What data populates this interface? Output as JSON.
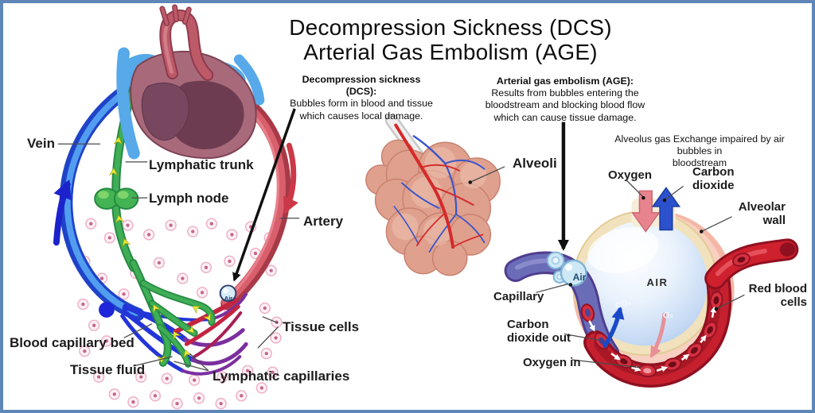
{
  "title": {
    "line1": "Decompression Sickness (DCS)",
    "line2": "Arterial Gas Embolism (AGE)"
  },
  "dcs_note": {
    "heading": "Decompression sickness (DCS):",
    "body": "Bubbles form in blood and tissue\nwhich causes local damage."
  },
  "age_note": {
    "heading": "Arterial gas embolism (AGE):",
    "body": "Results from bubbles entering the\nbloodstream and blocking blood flow\nwhich can cause tissue damage."
  },
  "left_diagram": {
    "labels": {
      "vein": "Vein",
      "lymphatic_trunk": "Lymphatic trunk",
      "lymph_node": "Lymph node",
      "artery": "Artery",
      "blood_capillary_bed": "Blood capillary bed",
      "tissue_fluid": "Tissue fluid",
      "lymphatic_capillaries": "Lymphatic capillaries",
      "tissue_cells": "Tissue cells",
      "air_bubble": "Air"
    }
  },
  "middle_diagram": {
    "labels": {
      "alveoli": "Alveoli"
    }
  },
  "right_diagram": {
    "subtitle": "Alveolus gas Exchange impaired by air bubbles in\nbloodstream",
    "labels": {
      "oxygen": "Oxygen",
      "carbon_dioxide": "Carbon\ndioxide",
      "alveolar_wall": "Alveolar\nwall",
      "capillary": "Capillary",
      "carbon_dioxide_out": "Carbon\ndioxide out",
      "oxygen_in": "Oxygen in",
      "red_blood_cells": "Red blood\ncells",
      "air_text": "AIR",
      "air_bubble": "Air",
      "co2": "CO₂",
      "o2": "O₂"
    }
  },
  "colors": {
    "frame_blue": "#5e87b8",
    "vein_blue": "#1f43c8",
    "artery_red": "#c6202f",
    "lymph_green": "#3fae56",
    "alveoli_pink": "#dfa08e",
    "alveolus_sphere_blue": "#c3d8f3",
    "capillary_purple": "#6a6cb8",
    "air_bubble_blue": "#cfe8f6"
  }
}
